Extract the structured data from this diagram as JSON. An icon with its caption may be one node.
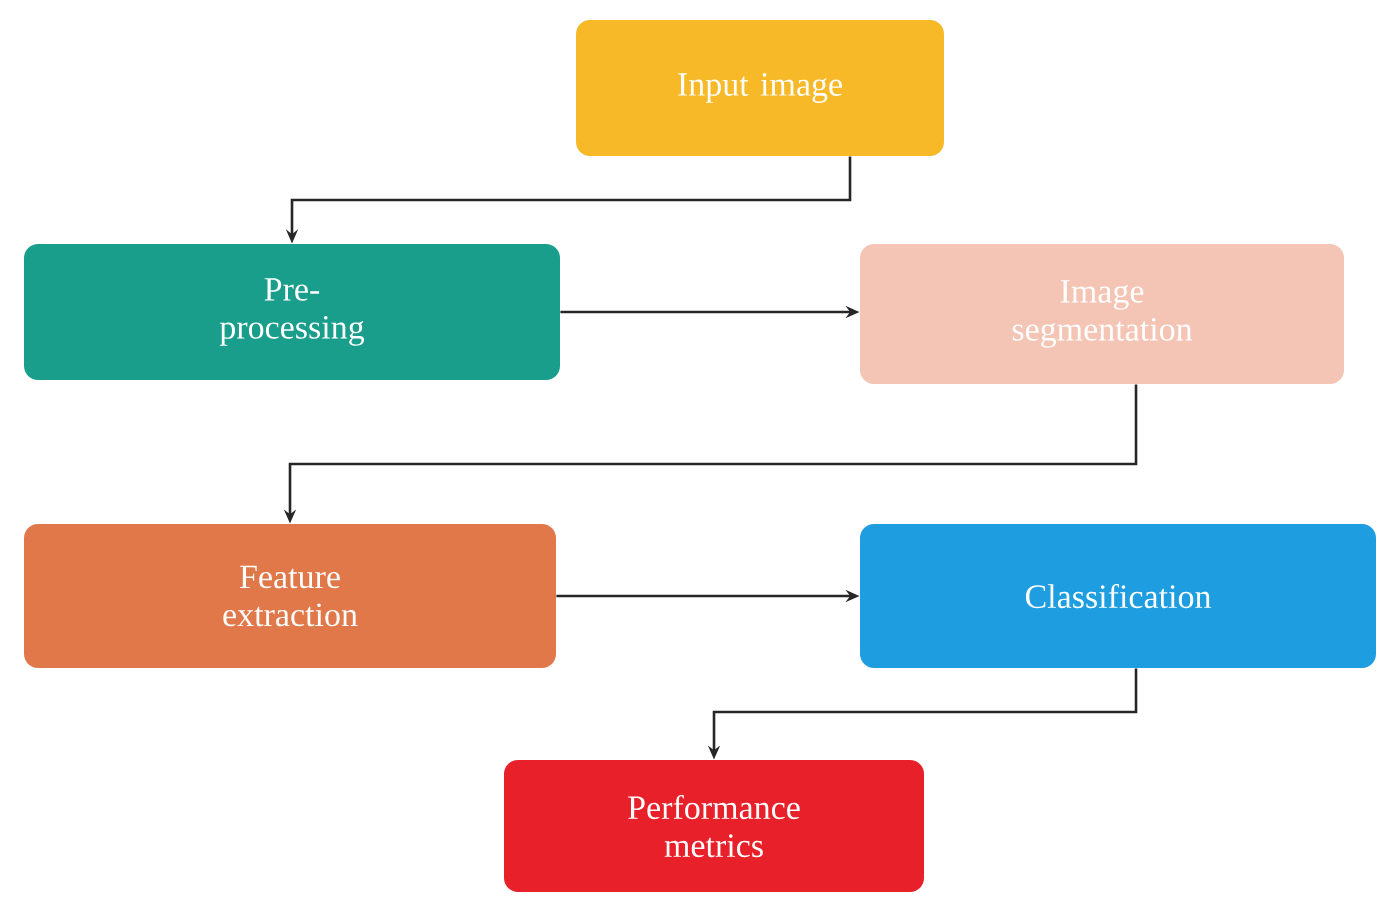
{
  "diagram": {
    "nodes": [
      {
        "text": [
          "Input image"
        ]
      },
      {
        "text": [
          "Pre-processing"
        ]
      },
      {
        "text": [
          "Image segmentation"
        ]
      },
      {
        "text": [
          "Feature extraction"
        ]
      },
      {
        "text": [
          "Classification"
        ]
      },
      {
        "text": [
          "Performance metrics"
        ]
      }
    ],
    "edges": [
      {
        "from": 0,
        "to": 1,
        "arrow": "to"
      },
      {
        "from": 1,
        "to": 2,
        "arrow": "to"
      },
      {
        "from": 2,
        "to": 3,
        "arrow": "to"
      },
      {
        "from": 3,
        "to": 4,
        "arrow": "to"
      },
      {
        "from": 4,
        "to": 5,
        "arrow": "to"
      }
    ]
  }
}
